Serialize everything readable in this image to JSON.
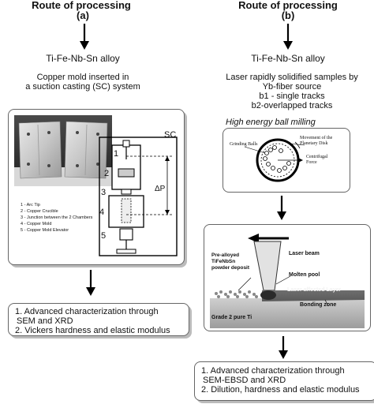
{
  "left": {
    "heading": "Route of processing",
    "label": "(a)",
    "alloy": "Ti-Fe-Nb-Sn alloy",
    "process_line1": "Copper mold inserted in",
    "process_line2": "a suction casting (SC) system",
    "sc_label": "SC",
    "pressure_label": "ΔP",
    "part_numbers": [
      "1",
      "2",
      "3",
      "4",
      "5"
    ],
    "legend": [
      "1 - Arc Tip",
      "2 - Copper Crucible",
      "3 - Junction between the 2 Chambers",
      "4 - Copper Mold",
      "5 - Copper Mold Elevator"
    ],
    "results": [
      "1. Advanced characterization through",
      "SEM and XRD",
      "2. Vickers hardness and elastic modulus"
    ]
  },
  "right": {
    "heading": "Route of processing",
    "label": "(b)",
    "alloy": "Ti-Fe-Nb-Sn alloy",
    "process_lines": [
      "Laser rapidly solidified samples by",
      "Yb-fiber source",
      "b1 - single tracks",
      "b2-overlapped tracks"
    ],
    "milling_title": "High energy ball milling",
    "milling_labels": {
      "grinding_balls": "Grinding Balls",
      "movement_line1": "Movement of the",
      "movement_line2": "Planetary Disk",
      "centrifugal_line1": "Centrifugal",
      "centrifugal_line2": "Force"
    },
    "laser_labels": {
      "beam": "Laser beam",
      "powder_line1": "Pre-alloyed",
      "powder_line2": "TiFeNbSn",
      "powder_line3": "powder deposit",
      "molten": "Molten pool",
      "affected": "Laser affected Layer",
      "bonding": "Bonding zone",
      "substrate": "Grade 2 pure Ti"
    },
    "results": [
      "1. Advanced characterization through",
      "SEM-EBSD and XRD",
      "2. Dilution, hardness and elastic modulus"
    ]
  }
}
